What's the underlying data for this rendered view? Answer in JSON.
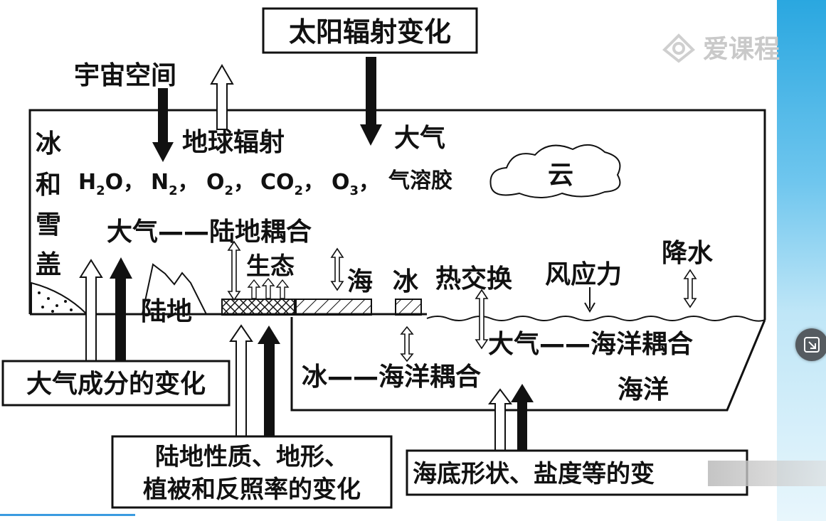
{
  "watermark": {
    "text": "爱课程"
  },
  "labels": {
    "solar": "太阳辐射变化",
    "space": "宇宙空间",
    "earth_rad": "地球辐射",
    "atmosphere": "大气",
    "ice_snow": [
      "冰",
      "和",
      "雪",
      "盖"
    ],
    "cloud": "云",
    "coupling_land": "大气——陆地耦合",
    "ecology": "生态",
    "sea": "海",
    "ice": "冰",
    "heat_exchange": "热交换",
    "wind_stress": "风应力",
    "precip": "降水",
    "land": "陆地",
    "coupling_ocean": "大气——海洋耦合",
    "coupling_ice_ocean": "冰——海洋耦合",
    "ocean": "海洋",
    "atm_comp_change": "大气成分的变化",
    "land_change_1": "陆地性质、地形、",
    "land_change_2": "植被和反照率的变化",
    "seafloor_change": "海底形状、盐度等的变"
  },
  "formula": {
    "h2o": [
      "H",
      "2",
      "O，"
    ],
    "n2": [
      "N",
      "2",
      "，"
    ],
    "o2": [
      "O",
      "2",
      "，"
    ],
    "co2": [
      "CO",
      "2",
      "，"
    ],
    "o3": [
      "O",
      "3",
      "，"
    ],
    "aerosol": "气溶胶"
  },
  "colors": {
    "ink": "#111111",
    "sidebar": "#2aa7e0",
    "button": "#555b60"
  },
  "icons": {
    "expand": "expand-icon",
    "logo": "aikecheng-logo-icon"
  }
}
